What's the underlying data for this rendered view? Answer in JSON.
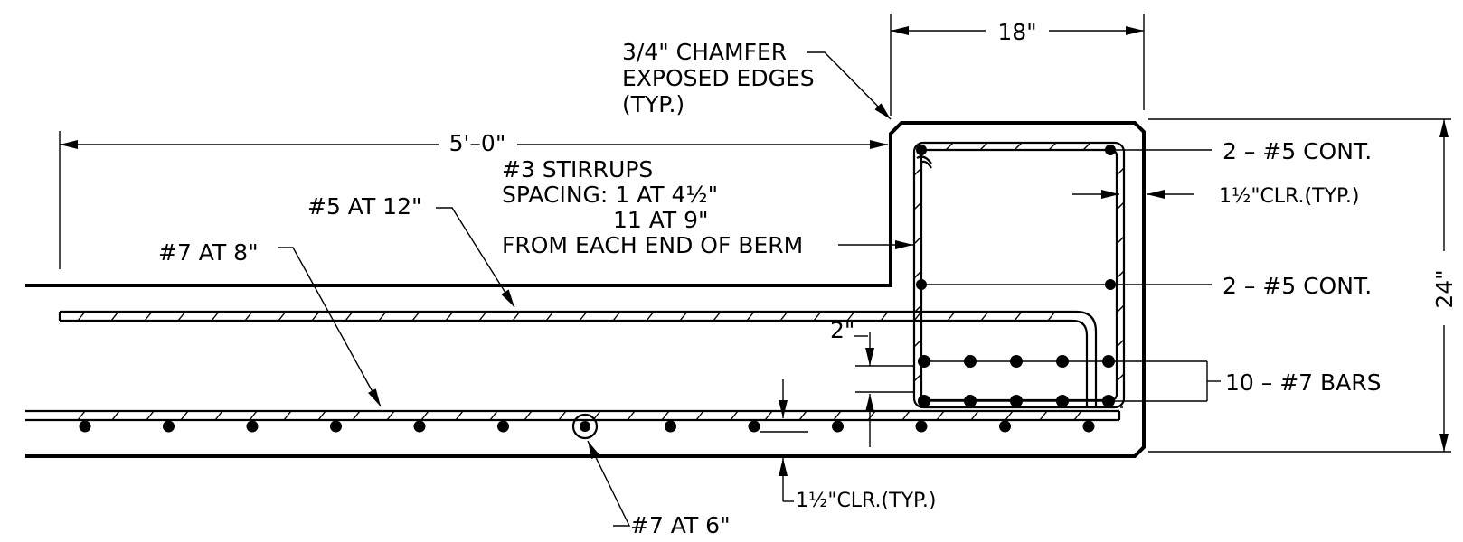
{
  "dimensions": {
    "width_top": "18\"",
    "length": "5'–0\"",
    "height": "24\"",
    "cover_2": "2\"",
    "clear_side": "1½\"CLR.(TYP.)",
    "clear_bottom": "1½\"CLR.(TYP.)"
  },
  "notes": {
    "chamfer": [
      "3/4\" CHAMFER",
      "EXPOSED EDGES",
      "(TYP.)"
    ],
    "stirrups": [
      "#3 STIRRUPS",
      "SPACING: 1 AT 4½\"",
      "11 AT 9\"",
      "FROM EACH END OF BERM"
    ],
    "top_bar": "#5 AT 12\"",
    "bottom_bar": "#7 AT 8\"",
    "transverse_bar": "#7 AT 6\"",
    "bars_top": "2 – #5 CONT.",
    "bars_mid": "2 – #5 CONT.",
    "bars_bottom": "10 – #7 BARS"
  }
}
